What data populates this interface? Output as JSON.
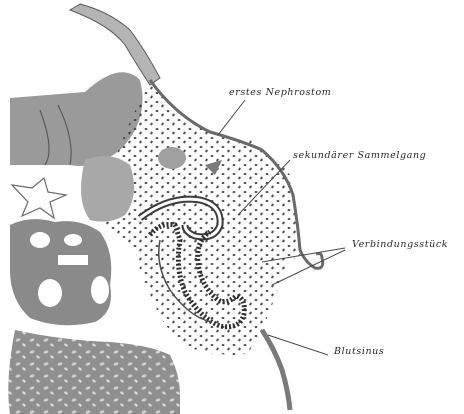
{
  "labels": {
    "erstes_nephrostom": "erstes Nephrostom",
    "sekundaerer_sammelgang": "sekundärer Sammelgang",
    "verbindungsstueck": "Verbindungsstück",
    "blutsinus": "Blutsinus"
  },
  "colors": {
    "tissue_gray": "#9a9a9a",
    "dark_gray": "#6e6e6e",
    "outline": "#4a4a4a",
    "dot": "#3a3a3a",
    "background": "#ffffff"
  }
}
